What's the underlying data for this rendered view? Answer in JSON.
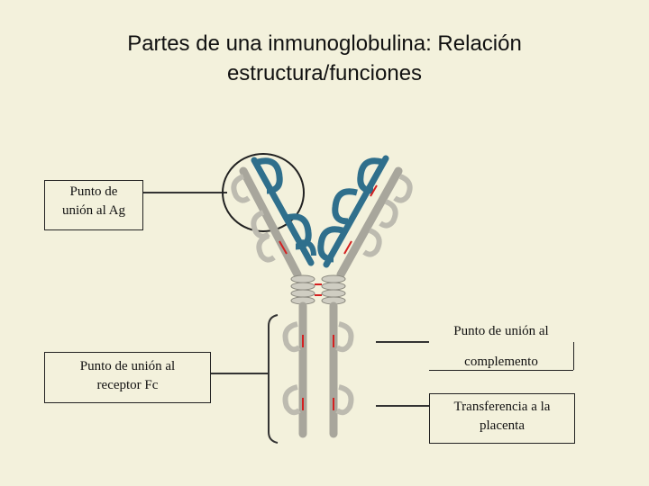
{
  "title": {
    "line1": "Partes de una inmunoglobulina: Relación",
    "line2": "estructura/funciones"
  },
  "labels": {
    "antigen_binding": {
      "line1": "Punto de",
      "line2": "unión al Ag"
    },
    "fc_receptor": {
      "line1": "Punto de unión al",
      "line2": "receptor Fc"
    },
    "complement": {
      "line1": "Punto de unión al",
      "line2": "complemento"
    },
    "placenta": {
      "line1": "Transferencia a la",
      "line2": "placenta"
    }
  },
  "colors": {
    "background": "#f3f1dc",
    "heavy_chain": "#bdbbb0",
    "light_chain": "#2f6f8c",
    "disulfide": "#d42020"
  }
}
